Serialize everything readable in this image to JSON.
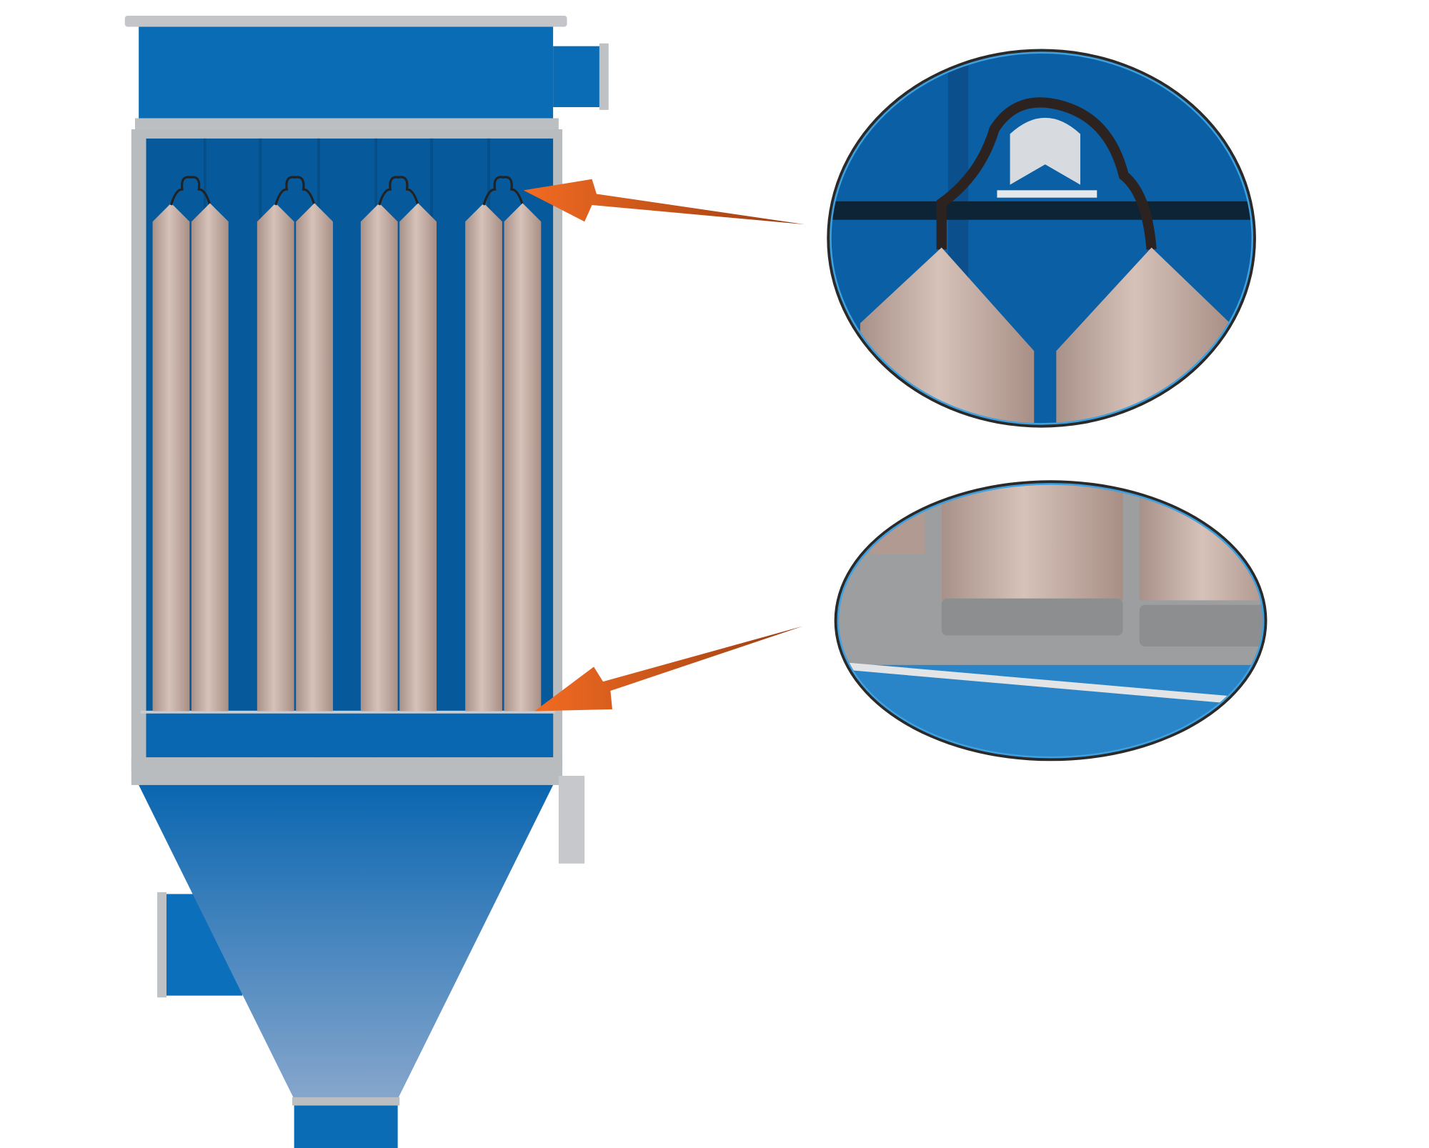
{
  "illustration": {
    "subject": "baghouse-dust-collector",
    "filter_bag_count": 8,
    "detail_views": [
      "bag-top-hanger-detail",
      "bag-bottom-tube-sheet-detail"
    ]
  },
  "colors": {
    "housing_blue": "#0a6cb4",
    "inner_blue": "#065a9c",
    "frame_gray": "#b9bcbf",
    "bag_tan": "#c9b2a8",
    "arrow_orange": "#ee6a22",
    "background": "#ffffff"
  }
}
